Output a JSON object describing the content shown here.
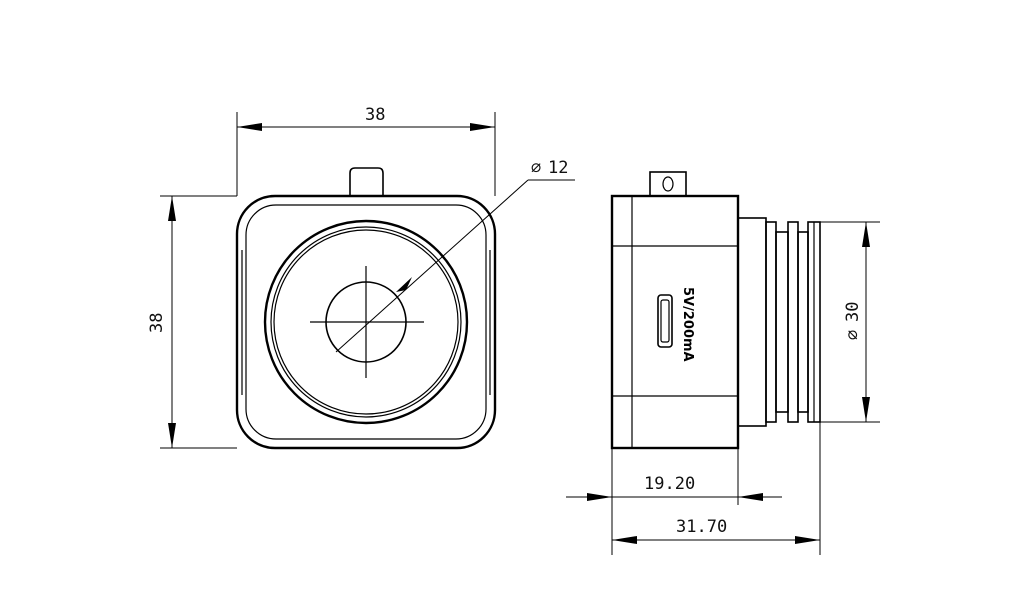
{
  "front_view": {
    "width_dim": "38",
    "height_dim": "38",
    "lens_diameter_symbol": "∅",
    "lens_diameter_value": "12"
  },
  "side_view": {
    "port_label": "5V/200mA",
    "body_length_dim": "19.20",
    "total_length_dim": "31.70",
    "lens_barrel_symbol": "∅",
    "lens_barrel_value": "30"
  }
}
